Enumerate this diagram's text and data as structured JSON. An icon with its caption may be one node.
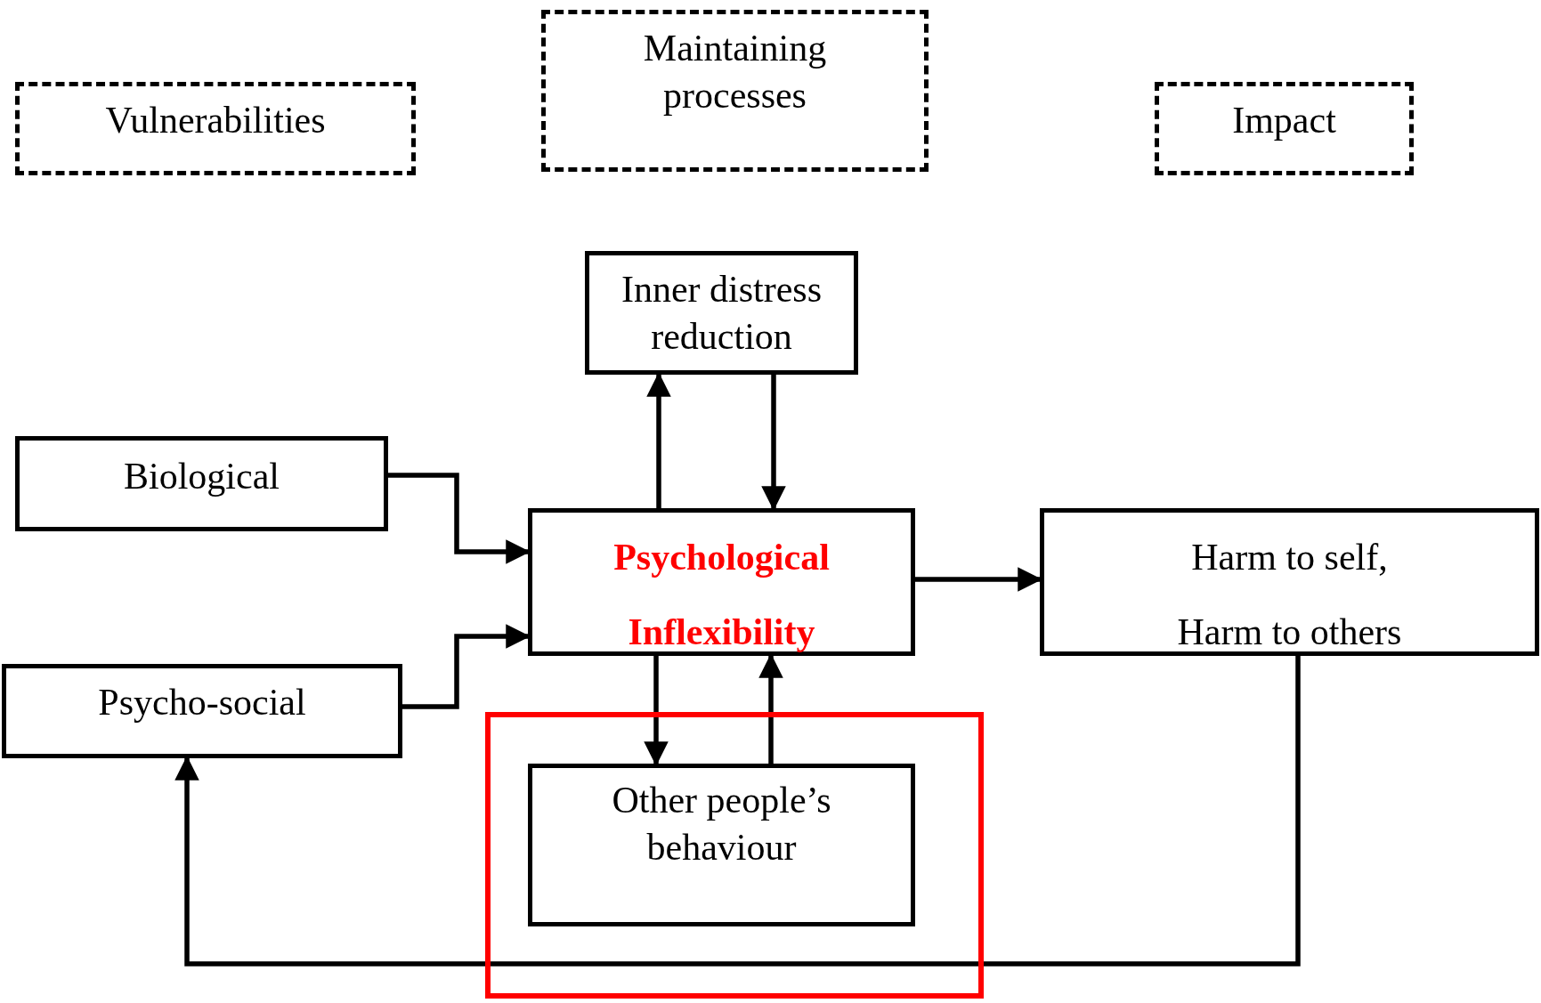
{
  "diagram": {
    "nodes": [
      {
        "text": [
          "Vulnerabilities"
        ]
      },
      {
        "text": [
          "Maintaining processes"
        ]
      },
      {
        "text": [
          "Impact"
        ]
      },
      {
        "text": [
          "Inner distress reduction"
        ]
      },
      {
        "text": [
          "Biological"
        ]
      },
      {
        "text": [
          "Psychological Inflexibility"
        ]
      },
      {
        "text": [
          "Harm to self, Harm to others"
        ]
      },
      {
        "text": [
          "Psycho-social"
        ]
      },
      {
        "text": [],
        "shape": "box"
      },
      {
        "text": [
          "Other people’s behaviour"
        ],
        "in": 8
      }
    ],
    "edges": [
      {
        "from": 4,
        "to": 5,
        "arrow": "to"
      },
      {
        "from": 7,
        "to": 5,
        "arrow": "to"
      },
      {
        "from": 5,
        "to": 3,
        "arrow": "to"
      },
      {
        "from": 3,
        "to": 5,
        "arrow": "to"
      },
      {
        "from": 5,
        "to": 9,
        "arrow": "to"
      },
      {
        "from": 9,
        "to": 5,
        "arrow": "to"
      },
      {
        "from": 5,
        "to": 6,
        "arrow": "to"
      },
      {
        "from": 6,
        "to": 7,
        "arrow": "to"
      }
    ]
  }
}
